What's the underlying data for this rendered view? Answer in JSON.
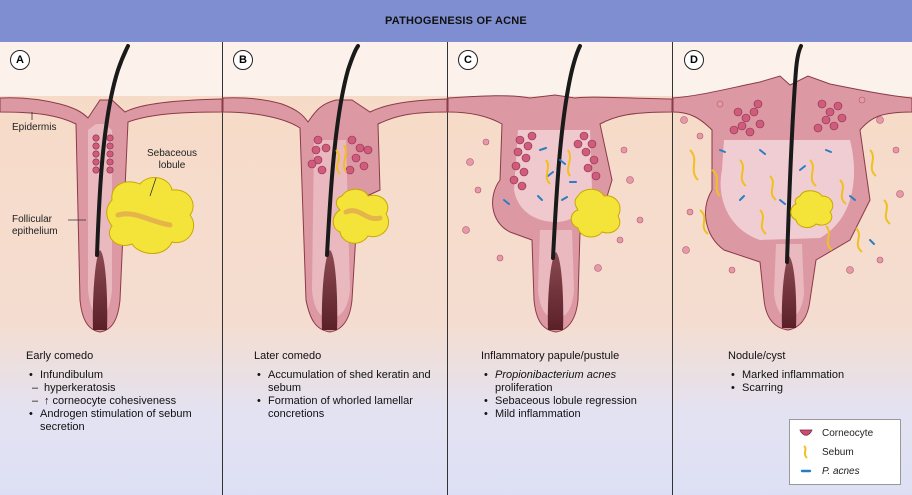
{
  "title": "PATHOGENESIS OF ACNE",
  "panels": [
    {
      "letter": "A",
      "heading": "Early comedo",
      "items": [
        {
          "text": "Infundibulum",
          "sub": false
        },
        {
          "text": "hyperkeratosis",
          "sub": true
        },
        {
          "text": "↑ corneocyte cohesiveness",
          "sub": true
        },
        {
          "text": "Androgen stimulation of sebum secretion",
          "sub": false
        }
      ]
    },
    {
      "letter": "B",
      "heading": "Later comedo",
      "items": [
        {
          "text": "Accumulation of shed keratin and sebum",
          "sub": false
        },
        {
          "text": "Formation of whorled lamellar concretions",
          "sub": false
        }
      ]
    },
    {
      "letter": "C",
      "heading": "Inflammatory papule/pustule",
      "items": [
        {
          "text": "Propionibacterium acnes",
          "italic": "Propionibacterium acnes",
          "rest": " proliferation",
          "sub": false
        },
        {
          "text": "Sebaceous lobule regression",
          "sub": false
        },
        {
          "text": "Mild inflammation",
          "sub": false
        }
      ]
    },
    {
      "letter": "D",
      "heading": "Nodule/cyst",
      "items": [
        {
          "text": "Marked inflammation",
          "sub": false
        },
        {
          "text": "Scarring",
          "sub": false
        }
      ]
    }
  ],
  "labels": {
    "epidermis": "Epidermis",
    "sebaceous_lobule": "Sebaceous lobule",
    "follicular_epithelium": "Follicular epithelium"
  },
  "legend": [
    {
      "icon": "corneocyte-icon",
      "label": "Corneocyte",
      "italic": false,
      "color": "#c94f72"
    },
    {
      "icon": "sebum-icon",
      "label": "Sebum",
      "italic": false,
      "color": "#f0c020"
    },
    {
      "icon": "p-acnes-icon",
      "label": "P. acnes",
      "italic": true,
      "color": "#2a7dc4"
    }
  ],
  "colors": {
    "title_bar": "#7f8ed0",
    "skin": "#f6dcc8",
    "lower_band": "#dde0f4",
    "follicle_wall": "#d98b98",
    "hair": "#1a1a1a",
    "sebaceous": "#f3e23a"
  }
}
